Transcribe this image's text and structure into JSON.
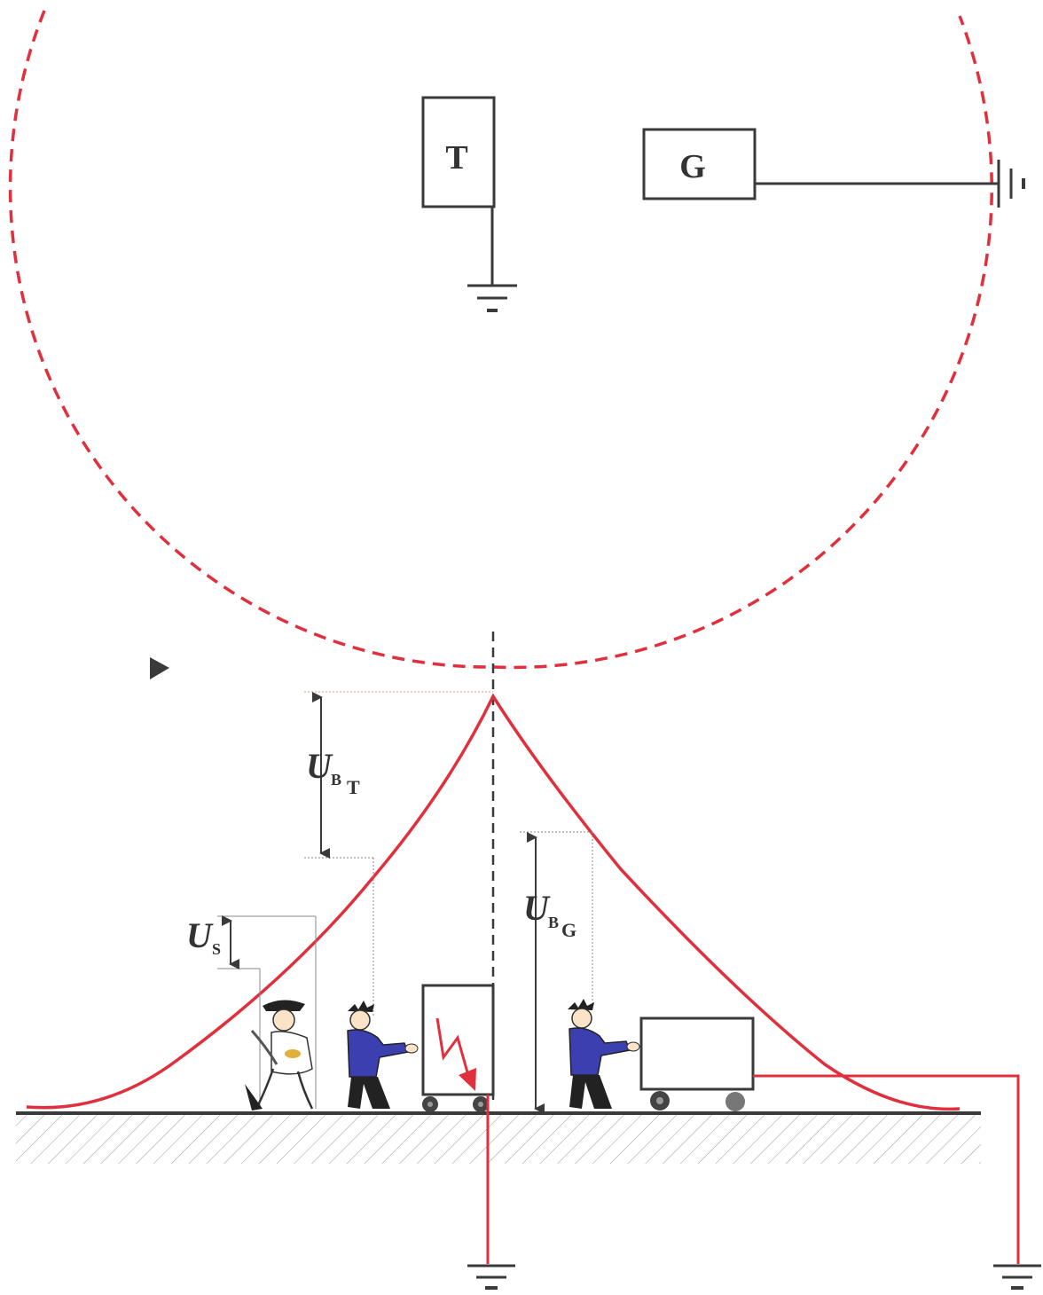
{
  "top_view": {
    "device_t_label": "T",
    "device_g_label": "G"
  },
  "potential_profile": {
    "touch_voltage_t": {
      "symbol": "U",
      "subscript": "B",
      "sub_subscript": "T"
    },
    "touch_voltage_g": {
      "symbol": "U",
      "subscript": "B",
      "sub_subscript": "G"
    },
    "step_voltage": {
      "symbol": "U",
      "subscript": "S"
    }
  },
  "colors": {
    "potential_curve": "#e0303d",
    "dashed_circle": "#e0303d",
    "lines": "#3a3a3a",
    "ground_hatch": "#9a9a9a",
    "figure_jacket": "#3b3fb0",
    "fault_arrow": "#e0303d"
  },
  "icons": [
    "ground-symbol",
    "lightning-fault-arrow",
    "play-marker"
  ]
}
